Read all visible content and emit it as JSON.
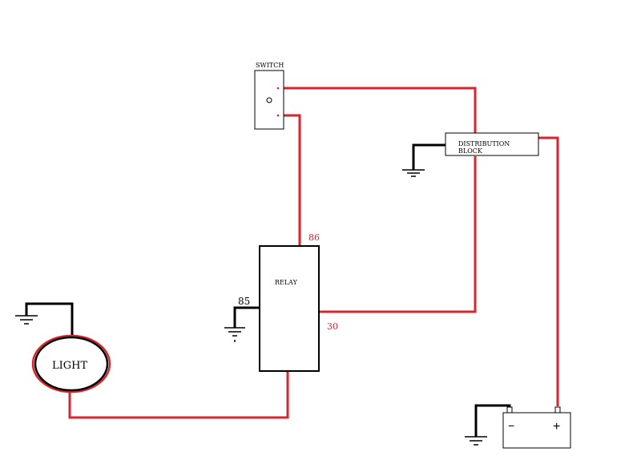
{
  "labels": {
    "switch": "SWITCH",
    "distribution_line1": "DISTRIBUTION",
    "distribution_line2": "BLOCK",
    "relay": "RELAY",
    "pin_86": "86",
    "pin_85": "85",
    "pin_30": "30",
    "light": "LIGHT",
    "battery_negative": "−",
    "battery_positive": "+"
  },
  "colors": {
    "wire_red": "#d9232d",
    "wire_black": "#000000",
    "pin_label_red": "#d9232d"
  }
}
